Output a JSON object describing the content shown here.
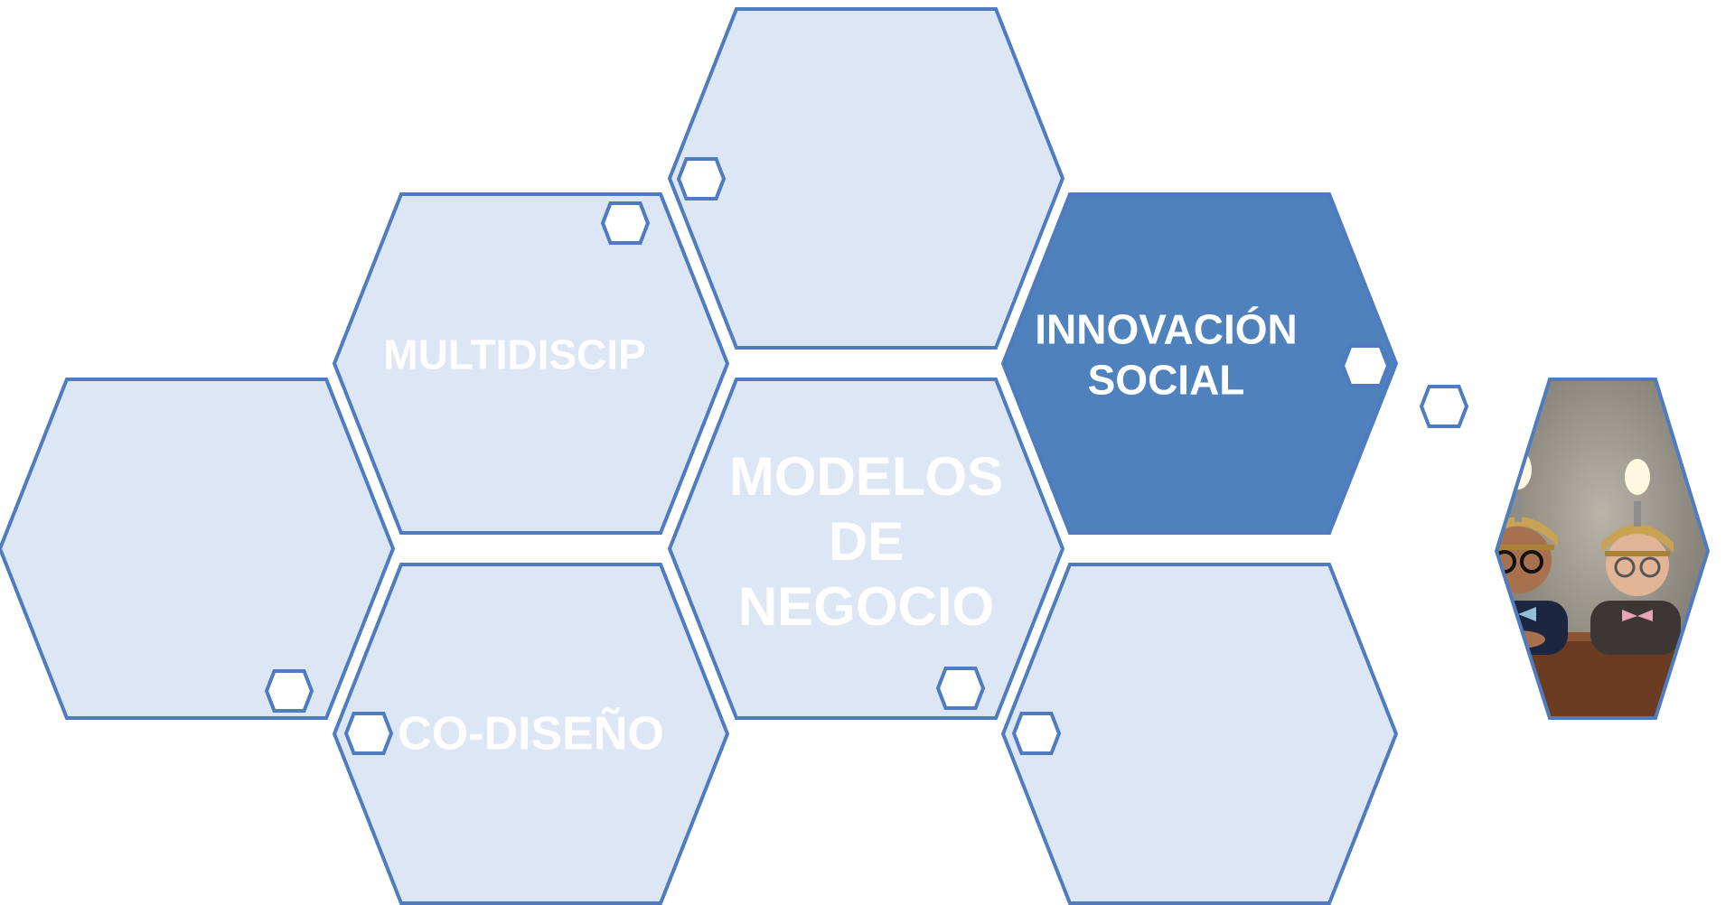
{
  "colors": {
    "hex_fill_light": "#dce6f4",
    "hex_fill_dark": "#4f81bd",
    "hex_stroke": "#4f7cc0",
    "label_light": "#ffffff",
    "label_on_dark": "#ffffff",
    "small_hex_fill": "#ffffff"
  },
  "hexagons": [
    {
      "id": "top-center",
      "label_lines": [],
      "style": "light"
    },
    {
      "id": "multidiscip",
      "label_lines": [
        "MULTIDISCIP"
      ],
      "style": "light"
    },
    {
      "id": "innovacion-social",
      "label_lines": [
        "INNOVACIÓN",
        "SOCIAL"
      ],
      "style": "dark"
    },
    {
      "id": "left-outer",
      "label_lines": [],
      "style": "light"
    },
    {
      "id": "modelos-de-negocio",
      "label_lines": [
        "MODELOS",
        "DE",
        "NEGOCIO"
      ],
      "style": "light"
    },
    {
      "id": "photo",
      "label_lines": [],
      "style": "photo"
    },
    {
      "id": "co-diseno",
      "label_lines": [
        "CO-DISEÑO"
      ],
      "style": "light"
    },
    {
      "id": "bottom-right",
      "label_lines": [],
      "style": "light"
    }
  ]
}
